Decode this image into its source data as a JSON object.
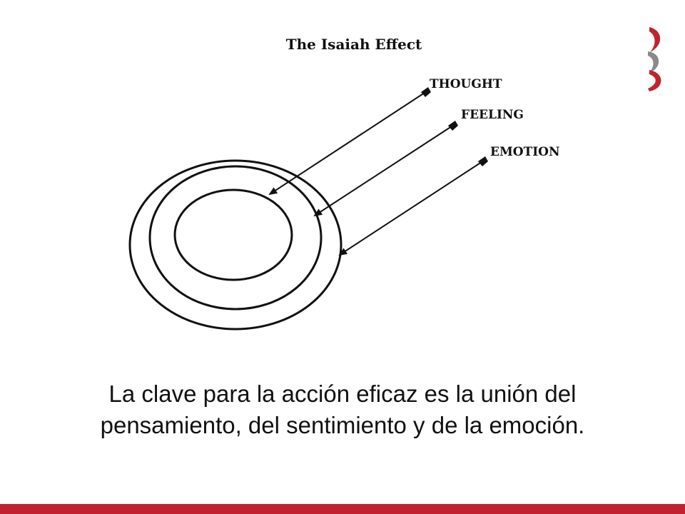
{
  "diagram": {
    "title": "The Isaiah Effect",
    "labels": {
      "thought": "THOUGHT",
      "feeling": "FEELING",
      "emotion": "EMOTION"
    }
  },
  "caption": {
    "line1": "La clave para la acción eficaz es la unión del",
    "line2": "pensamiento, del sentimiento y de la emoción."
  },
  "logo": {
    "icon": "brand-swirl-icon",
    "colors": [
      "#c0232f",
      "#8a8a8a"
    ]
  },
  "colors": {
    "accent": "#c0232f",
    "ink": "#111111"
  }
}
